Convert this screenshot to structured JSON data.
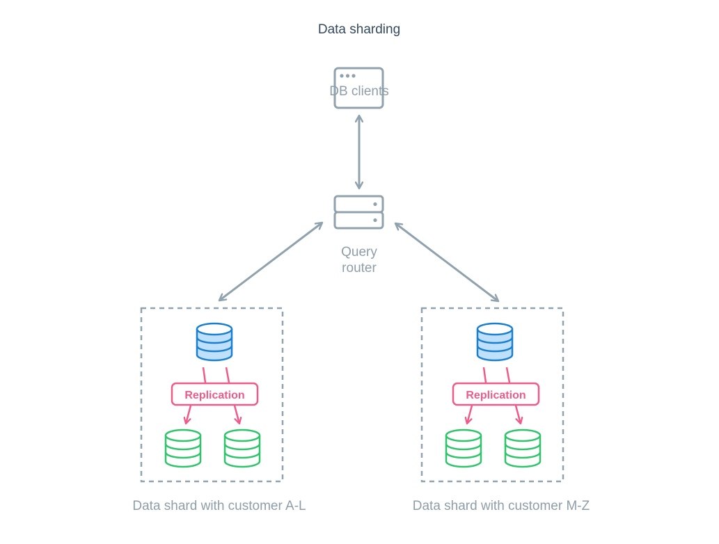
{
  "title": "Data sharding",
  "nodes": {
    "db_clients": {
      "label": "DB clients"
    },
    "query_router": {
      "label_line1": "Query",
      "label_line2": "router"
    }
  },
  "shards": [
    {
      "label": "Data shard with customer A-L",
      "replication_label": "Replication"
    },
    {
      "label": "Data shard with customer M-Z",
      "replication_label": "Replication"
    }
  ],
  "colors": {
    "title": "#34495e",
    "muted": "#90a2ad",
    "primary_db": "#1a7fcf",
    "primary_db_fill": "#bfe0fa",
    "replica_db": "#2ec46a",
    "replication": "#ef5a88"
  },
  "icons": {
    "db_clients": "browser-window-icon",
    "query_router": "server-icon",
    "primary": "database-icon",
    "replica": "database-icon"
  }
}
